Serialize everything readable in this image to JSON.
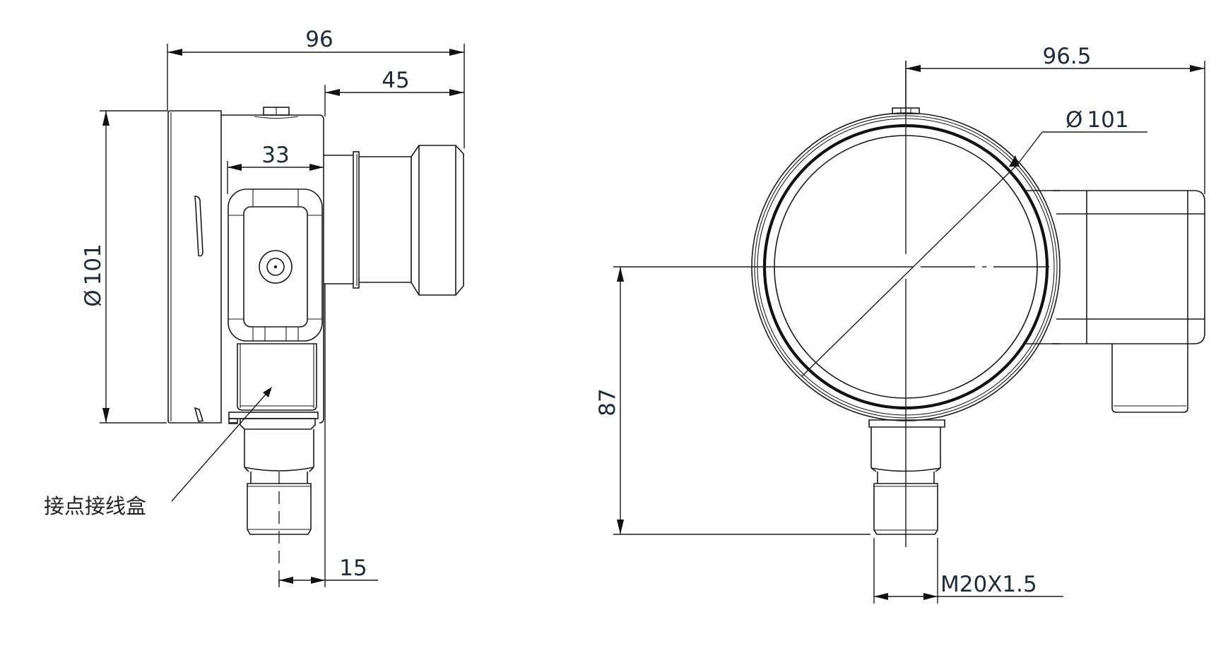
{
  "drawing": {
    "type": "technical-dimension-drawing",
    "subject": "electric contact pressure gauge with connector junction box",
    "line_color": "#1a1a1a",
    "text_color": "#1f2a3a",
    "background": "#ffffff"
  },
  "side_view": {
    "dimensions": {
      "overall_depth": "96",
      "connector_length": "45",
      "junction_box_width": "33",
      "face_diameter": "101",
      "stem_offset": "15"
    },
    "diameter_symbol": "Ø",
    "callout": {
      "label": "接点接线盒"
    }
  },
  "front_view": {
    "dimensions": {
      "center_to_connector": "96.5",
      "face_diameter": "101",
      "center_to_thread_end": "87",
      "thread_spec": "M20X1.5"
    },
    "diameter_symbol": "Ø"
  }
}
